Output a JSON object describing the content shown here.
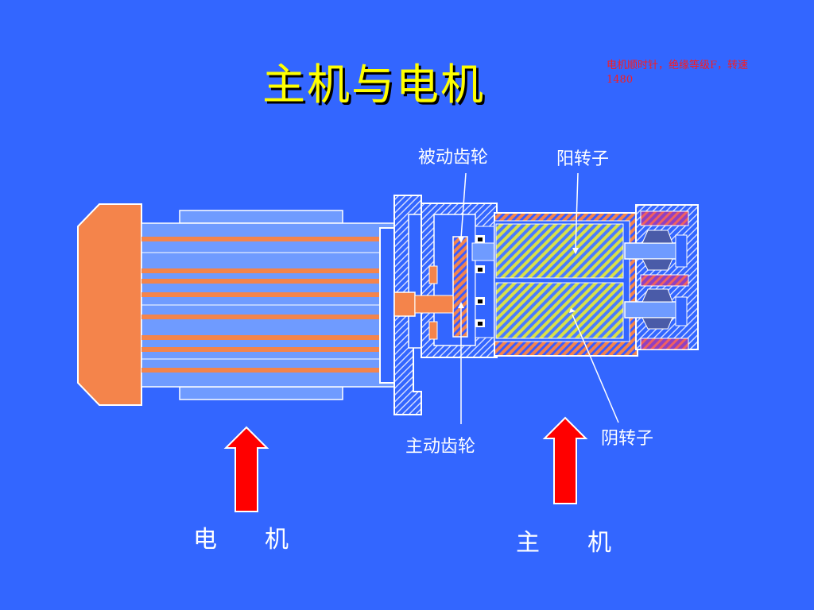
{
  "title": "主机与电机",
  "note": "电机顺时针，绝缘等级F，转速1480",
  "labels": {
    "driven_gear": "被动齿轮",
    "male_rotor": "阳转子",
    "drive_gear": "主动齿轮",
    "female_rotor": "阴转子",
    "motor": "电　　机",
    "main_unit": "主　　机"
  },
  "colors": {
    "background": "#3366ff",
    "title": "#ffff00",
    "motor_body": "#6f9bff",
    "orange": "#f4844b",
    "arrow": "#ff0000",
    "rotor_hatch": "#d8e04a"
  }
}
